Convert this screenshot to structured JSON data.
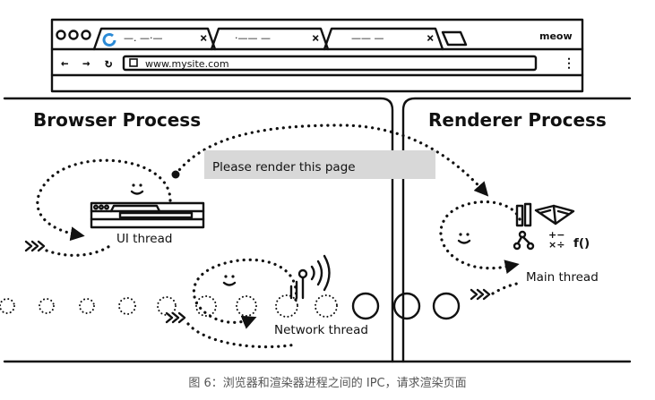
{
  "browser_window": {
    "tabs": [
      {
        "label": "—. —·—"
      },
      {
        "label": "·—— —"
      },
      {
        "label": "—— —"
      }
    ],
    "tab_close_glyph": "×",
    "brand": "meow",
    "url": "www.mysite.com",
    "nav": {
      "back": "←",
      "forward": "→",
      "reload": "↻",
      "menu": "⋮"
    }
  },
  "diagram": {
    "browser_process_title": "Browser Process",
    "renderer_process_title": "Renderer Process",
    "message": "Please render this page",
    "ui_thread_label": "UI thread",
    "network_thread_label": "Network thread",
    "main_thread_label": "Main thread",
    "math_symbols": "+−\n×÷",
    "function_symbol": "f()"
  },
  "caption": "图 6：浏览器和渲染器进程之间的 IPC，请求渲染页面"
}
